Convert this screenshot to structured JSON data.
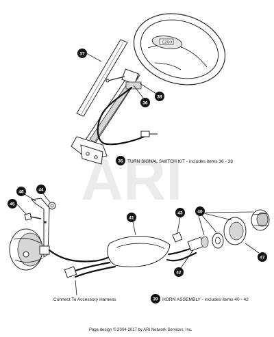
{
  "watermark": "ARI",
  "callouts": {
    "c35": "35",
    "c36": "36",
    "c37": "37",
    "c38": "38",
    "c39": "39",
    "c40": "40",
    "c41": "41",
    "c42": "42",
    "c43": "43",
    "c44": "44",
    "c45": "45",
    "c46": "46",
    "c47": "47"
  },
  "notes": {
    "turn_signal_kit": "TURN SIGNAL SWITCH KIT - includes items 36 - 38",
    "horn_assembly": "HORN ASSEMBLY - includes items 40 - 42",
    "connect_harness": "Connect To Accessory Harness"
  },
  "footer": "Page design © 2004-2017 by ARI Network Services, Inc.",
  "badge_text": "EZGO"
}
